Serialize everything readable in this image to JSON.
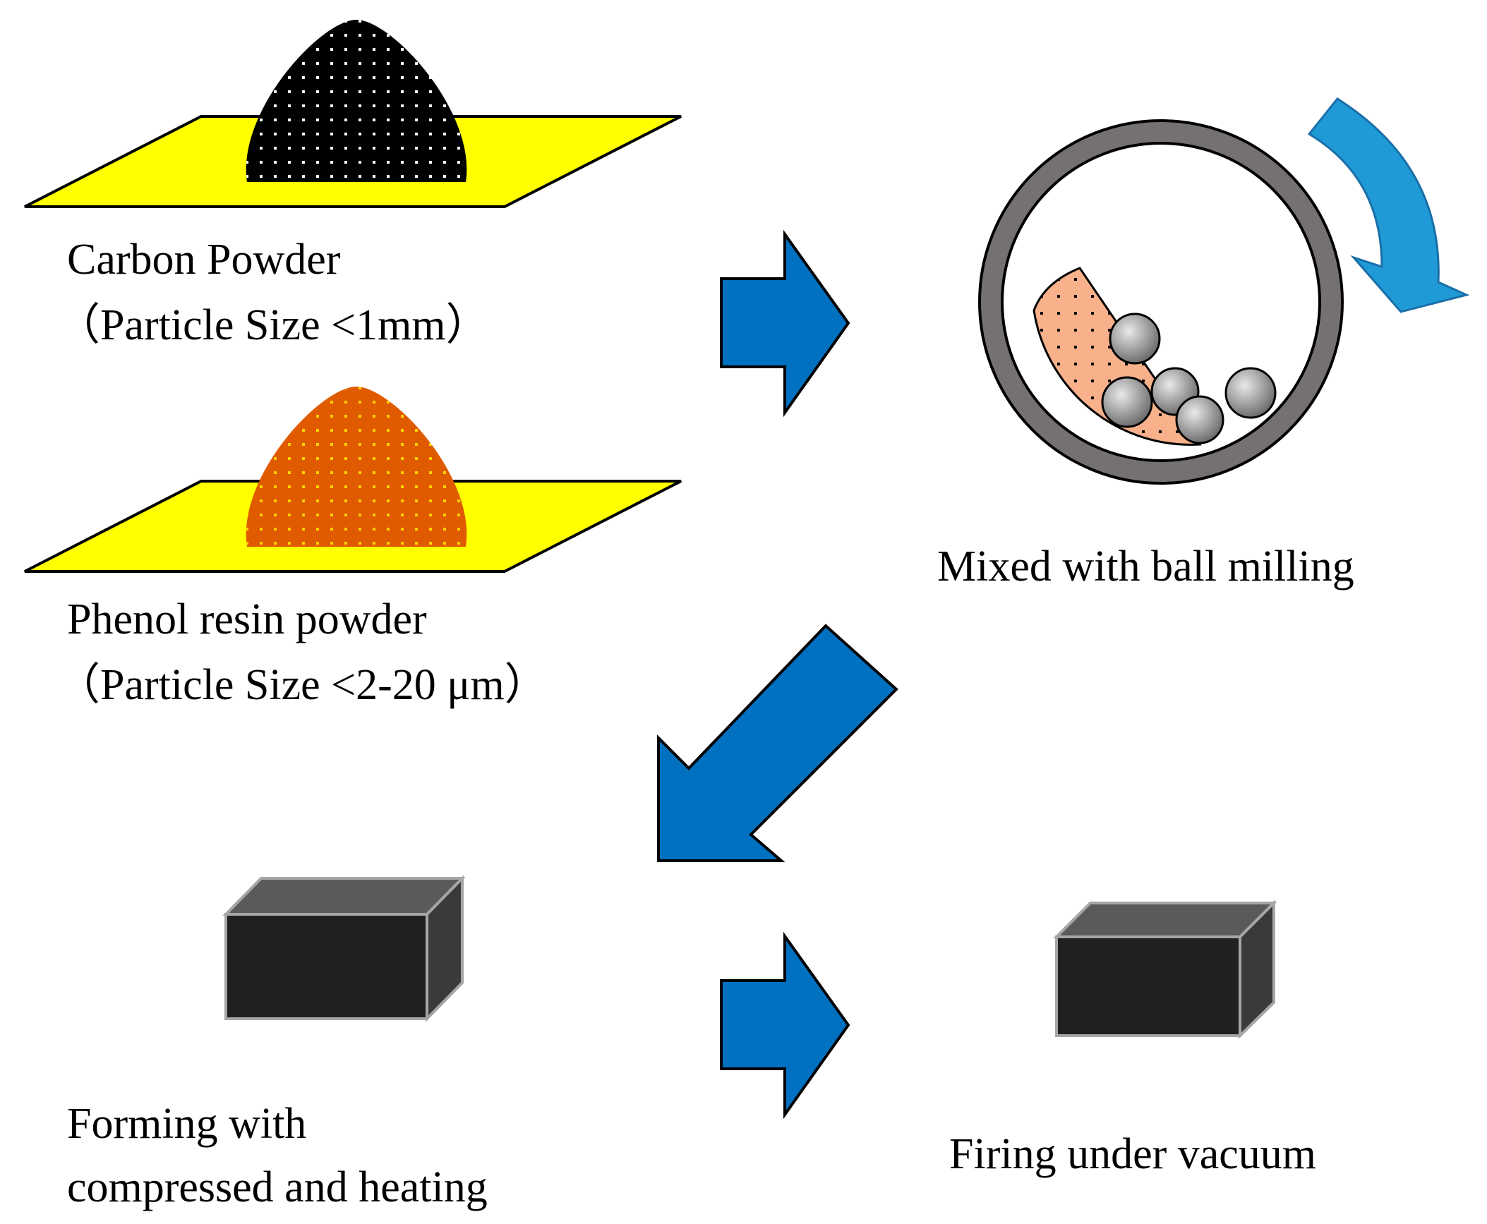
{
  "colors": {
    "tray": "#ffff00",
    "carbon_pile": "#000000",
    "resin_pile": "#e05a00",
    "arrow": "#0070c0",
    "rotation_arrow": "#1f9ad6",
    "drum_ring": "#767171",
    "mix_charge": "#f8b18b",
    "ball": "#a6a6a6",
    "block_front": "#202020",
    "block_top": "#5a5a5a",
    "block_side": "#3a3a3a",
    "block_edge": "#a6a6a6"
  },
  "steps": {
    "carbon": {
      "title": "Carbon Powder",
      "detail": "（Particle Size <1mm）"
    },
    "resin": {
      "title": "Phenol resin powder",
      "detail": "（Particle Size <2-20 μm）"
    },
    "mixing": {
      "title": "Mixed with ball milling"
    },
    "forming": {
      "line1": "Forming with",
      "line2": "compressed and heating"
    },
    "firing": {
      "title": "Firing under vacuum"
    }
  }
}
